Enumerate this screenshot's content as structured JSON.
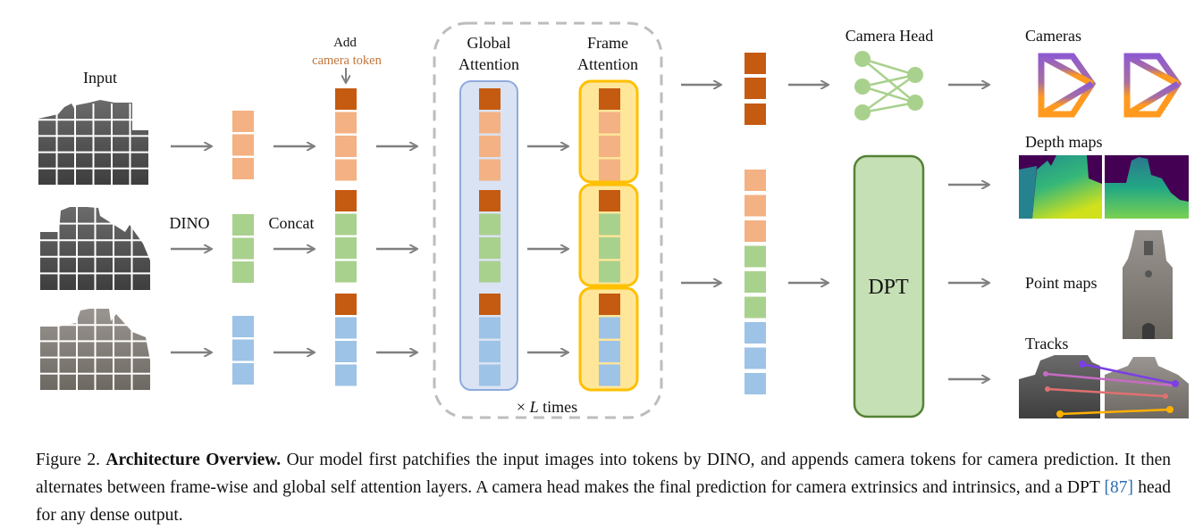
{
  "labels": {
    "input": "Input",
    "dino": "DINO",
    "concat": "Concat",
    "add": "Add",
    "camera_token": "camera token",
    "global_attention_1": "Global",
    "global_attention_2": "Attention",
    "frame_attention_1": "Frame",
    "frame_attention_2": "Attention",
    "times_prefix": "×",
    "times_var": "L",
    "times_suffix": "times",
    "camera_head": "Camera Head",
    "dpt": "DPT",
    "cameras": "Cameras",
    "depth_maps": "Depth maps",
    "point_maps": "Point maps",
    "tracks": "Tracks"
  },
  "colors": {
    "camera_token": "#c55a11",
    "frame1_token": "#f4b183",
    "frame2_token": "#a9d18e",
    "frame3_token": "#9dc3e6",
    "global_box_fill": "#dae3f3",
    "global_box_stroke": "#8faadc",
    "frame_box_fill": "#ffe699",
    "frame_box_stroke": "#ffc000",
    "dpt_fill": "#c5e0b4",
    "dpt_stroke": "#548235",
    "mlp": "#a9d18e",
    "arrow": "#808080",
    "camera_top": "#8e5bd0",
    "camera_bottom": "#ff9a1f",
    "camera_token_label": "#c0763c"
  },
  "caption": {
    "figure_label": "Figure 2.",
    "title": "Architecture Overview.",
    "text_before_cite": " Our model first patchifies the input images into tokens by DINO, and appends camera tokens for camera prediction.  It then alternates between frame-wise and global self attention layers.  A camera head makes the final prediction for camera extrinsics and intrinsics, and a DPT ",
    "cite": "[87]",
    "text_after_cite": " head for any dense output."
  }
}
